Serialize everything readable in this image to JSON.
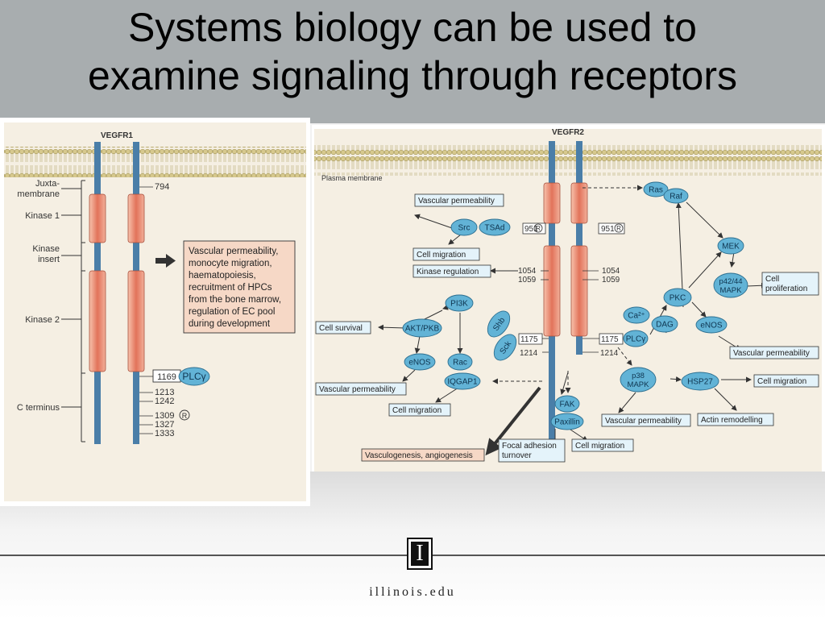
{
  "slide": {
    "title_line1": "Systems biology can be used to",
    "title_line2": "examine signaling through receptors",
    "site": "illinois.edu",
    "logo_letter": "I"
  },
  "vegfr1": {
    "name": "VEGFR1",
    "domains": [
      "Juxta-",
      "membrane",
      "Kinase 1",
      "Kinase",
      "insert",
      "Kinase 2",
      "C terminus"
    ],
    "sites": [
      "794",
      "1169",
      "1213",
      "1242",
      "1309",
      "1327",
      "1333"
    ],
    "adaptor": "PLCγ",
    "effects_box": [
      "Vascular permeability,",
      "monocyte migration,",
      "haematopoiesis,",
      "recruitment of HPCs",
      "from the bone marrow,",
      "regulation of EC pool",
      "during development"
    ]
  },
  "vegfr2": {
    "name": "VEGFR2",
    "membrane_label": "Plasma membrane",
    "sites": {
      "s951": "951",
      "s1054": "1054",
      "s1059": "1059",
      "s1175": "1175",
      "s1214": "1214"
    },
    "nodes": {
      "src": "Src",
      "tsad": "TSAd",
      "pi3k": "PI3K",
      "akt": "AKT/PKB",
      "enos_left": "eNOS",
      "rac": "Rac",
      "iqgap1": "IQGAP1",
      "shb": "Shb",
      "sck": "Sck",
      "fak": "FAK",
      "paxillin": "Paxillin",
      "ras": "Ras",
      "raf": "Raf",
      "mek": "MEK",
      "p42_1": "p42/44",
      "p42_2": "MAPK",
      "pkc": "PKC",
      "ca": "Ca²⁺",
      "dag": "DAG",
      "enos_right": "eNOS",
      "plc": "PLCγ",
      "p38_1": "p38",
      "p38_2": "MAPK",
      "hsp27": "HSP27"
    },
    "boxes": {
      "vp_top": "Vascular permeability",
      "cm_top": "Cell migration",
      "kinase_reg": "Kinase regulation",
      "cell_survival": "Cell survival",
      "vp_left": "Vascular permeability",
      "cm_left": "Cell migration",
      "vasculo": "Vasculogenesis, angiogenesis",
      "focal_1": "Focal adhesion",
      "focal_2": "turnover",
      "cm_bottom": "Cell migration",
      "cp_1": "Cell",
      "cp_2": "proliferation",
      "vp_right": "Vascular permeability",
      "cm_right": "Cell migration",
      "vp_bottom": "Vascular permeability",
      "actin": "Actin remodelling"
    }
  },
  "colors": {
    "header_bg": "#a8adaf",
    "panel_bg": "#f5efe3",
    "membrane": "#cfc28f",
    "receptor_blue": "#4a7ea8",
    "kinase_salmon": "#e07a5f",
    "node_fill": "#62b3d6",
    "box_fill": "#e4f3fa",
    "effects_fill": "#f6d8c6"
  }
}
